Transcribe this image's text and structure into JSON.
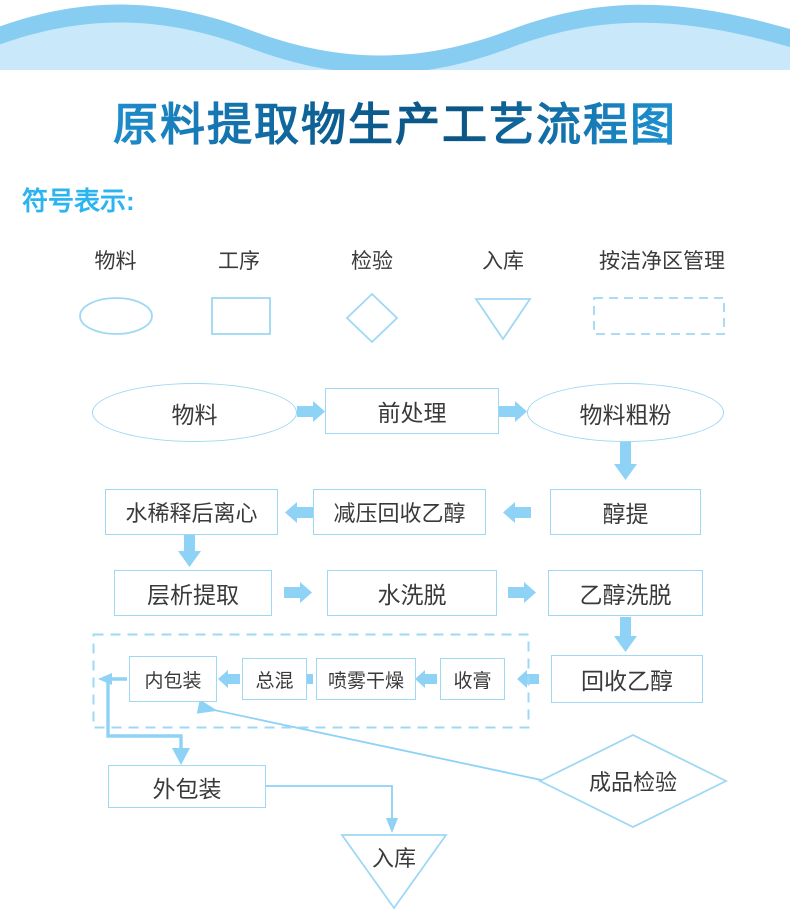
{
  "page": {
    "title": "原料提取物生产工艺流程图",
    "legend_heading": "符号表示:",
    "accent_line": "#9fd8f4",
    "accent_arrow": "#8ed2f5",
    "wave_dark": "#87cdf2",
    "wave_light": "#c9e9fb",
    "heading_color": "#2bb4f0",
    "title_gradient_from": "#2fa9e2",
    "title_gradient_mid": "#0b5585",
    "title_gradient_to": "#2bb0ea",
    "text_color": "#3a3a3a"
  },
  "legend": {
    "items": [
      {
        "label": "物料",
        "shape": "ellipse"
      },
      {
        "label": "工序",
        "shape": "rectangle"
      },
      {
        "label": "检验",
        "shape": "diamond"
      },
      {
        "label": "入库",
        "shape": "triangle-down"
      },
      {
        "label": "按洁净区管理",
        "shape": "dashed-rectangle"
      }
    ]
  },
  "flow": {
    "clean_zone_label": "按洁净区管理",
    "nodes": [
      {
        "id": "n1",
        "label": "物料",
        "shape": "ellipse"
      },
      {
        "id": "n2",
        "label": "前处理",
        "shape": "rectangle"
      },
      {
        "id": "n3",
        "label": "物料粗粉",
        "shape": "ellipse"
      },
      {
        "id": "n4",
        "label": "醇提",
        "shape": "rectangle"
      },
      {
        "id": "n5",
        "label": "减压回收乙醇",
        "shape": "rectangle"
      },
      {
        "id": "n6",
        "label": "水稀释后离心",
        "shape": "rectangle"
      },
      {
        "id": "n7",
        "label": "层析提取",
        "shape": "rectangle"
      },
      {
        "id": "n8",
        "label": "水洗脱",
        "shape": "rectangle"
      },
      {
        "id": "n9",
        "label": "乙醇洗脱",
        "shape": "rectangle"
      },
      {
        "id": "n10",
        "label": "回收乙醇",
        "shape": "rectangle"
      },
      {
        "id": "n11",
        "label": "收膏",
        "shape": "rectangle"
      },
      {
        "id": "n12",
        "label": "喷雾干燥",
        "shape": "rectangle"
      },
      {
        "id": "n13",
        "label": "总混",
        "shape": "rectangle"
      },
      {
        "id": "n14",
        "label": "内包装",
        "shape": "rectangle"
      },
      {
        "id": "n15",
        "label": "外包装",
        "shape": "rectangle"
      },
      {
        "id": "n16",
        "label": "成品检验",
        "shape": "diamond"
      },
      {
        "id": "n17",
        "label": "入库",
        "shape": "triangle-down"
      }
    ],
    "edges": [
      {
        "from": "n1",
        "to": "n2",
        "dir": "right"
      },
      {
        "from": "n2",
        "to": "n3",
        "dir": "right"
      },
      {
        "from": "n3",
        "to": "n4",
        "dir": "down"
      },
      {
        "from": "n4",
        "to": "n5",
        "dir": "left"
      },
      {
        "from": "n5",
        "to": "n6",
        "dir": "left"
      },
      {
        "from": "n6",
        "to": "n7",
        "dir": "down"
      },
      {
        "from": "n7",
        "to": "n8",
        "dir": "right"
      },
      {
        "from": "n8",
        "to": "n9",
        "dir": "right"
      },
      {
        "from": "n9",
        "to": "n10",
        "dir": "down"
      },
      {
        "from": "n10",
        "to": "n11",
        "dir": "left"
      },
      {
        "from": "n11",
        "to": "n12",
        "dir": "left"
      },
      {
        "from": "n12",
        "to": "n13",
        "dir": "left"
      },
      {
        "from": "n13",
        "to": "n14",
        "dir": "left"
      },
      {
        "from": "n14",
        "to": "n15",
        "dir": "down-left-down"
      },
      {
        "from": "n15",
        "to": "n17",
        "dir": "right-down"
      },
      {
        "from": "n16",
        "to": "n14",
        "dir": "diagonal-up-left"
      }
    ]
  }
}
